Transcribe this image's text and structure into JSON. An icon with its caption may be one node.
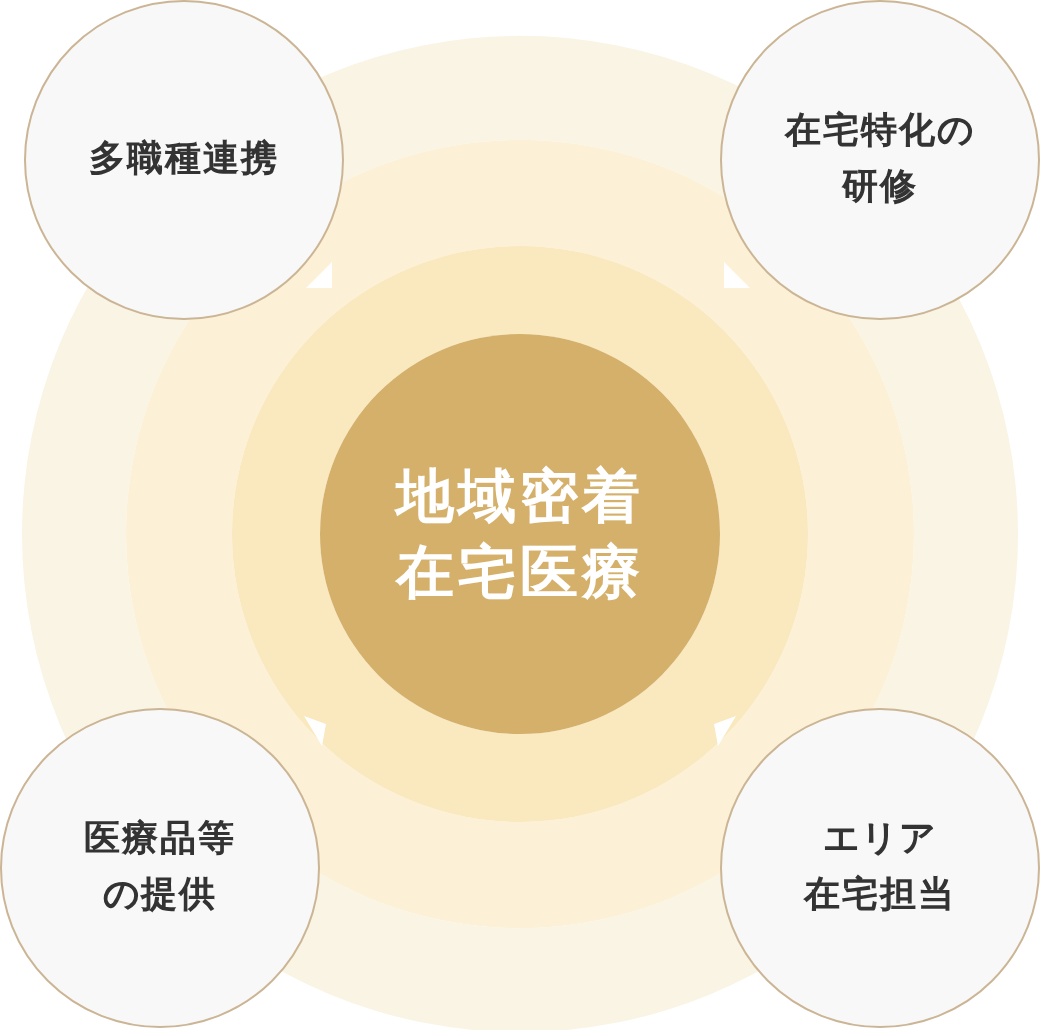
{
  "diagram": {
    "nodes": [
      {
        "text": [
          "多職種連携"
        ]
      },
      {
        "text": [
          "在宅特化の研修"
        ]
      },
      {
        "text": [
          "地域密着在宅医療"
        ]
      },
      {
        "text": [
          "医療品等の提供"
        ]
      },
      {
        "text": [
          "エリア在宅担当"
        ]
      }
    ]
  }
}
